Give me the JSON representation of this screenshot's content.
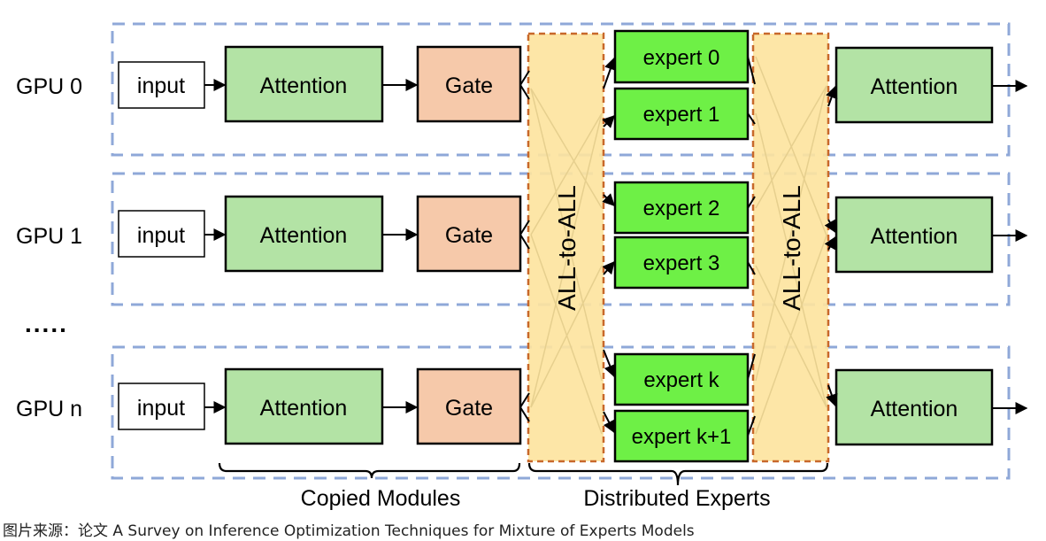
{
  "gpus": [
    {
      "label": "GPU 0",
      "input": "input",
      "attention": "Attention",
      "gate": "Gate",
      "out_attention": "Attention"
    },
    {
      "label": "GPU 1",
      "input": "input",
      "attention": "Attention",
      "gate": "Gate",
      "out_attention": "Attention"
    },
    {
      "label": "GPU n",
      "input": "input",
      "attention": "Attention",
      "gate": "Gate",
      "out_attention": "Attention"
    }
  ],
  "ellipsis": ".....",
  "all_to_all": [
    "ALL-to-ALL",
    "ALL-to-ALL"
  ],
  "experts": [
    "expert 0",
    "expert 1",
    "expert 2",
    "expert 3",
    "expert k",
    "expert k+1"
  ],
  "groups": {
    "copied": "Copied Modules",
    "distributed": "Distributed Experts"
  },
  "caption": "图片来源：论文 A Survey on Inference Optimization Techniques for Mixture of Experts Models",
  "colors": {
    "gpu_border": "#8FA8D8",
    "attention_fill": "#B3E3A5",
    "gate_fill": "#F6C9AA",
    "expert_fill": "#6EF046",
    "a2a_fill": "#FDE4A0",
    "a2a_border": "#C8682A"
  }
}
